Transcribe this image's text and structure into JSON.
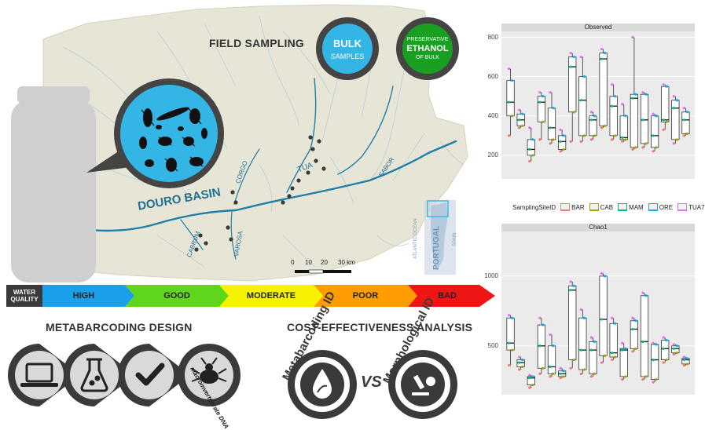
{
  "map": {
    "title": "FIELD SAMPLING",
    "basin_label": "DOURO BASIN",
    "rivers": [
      "CORGO",
      "TUA",
      "SABOR",
      "VAROSA",
      "CABRUM"
    ],
    "inset_country": "PORTUGAL",
    "inset_ocean": "ATLANTIC OCEAN",
    "inset_neighbor": "SPAIN",
    "scale_ticks": [
      "0",
      "10",
      "20",
      "30 km"
    ],
    "colors": {
      "land": "#e7e5d6",
      "river": "#1f7fa8",
      "sample": "#3a3a3a"
    }
  },
  "bulk": {
    "line1": "BULK",
    "line2": "SAMPLES",
    "color": "#33b5e5"
  },
  "ethanol": {
    "line1": "PRESERVATIVE",
    "line2": "ETHANOL",
    "line3": "OF BULK",
    "color": "#1aa021"
  },
  "water_quality": {
    "label_line1": "WATER",
    "label_line2": "QUALITY",
    "classes": [
      {
        "name": "HIGH",
        "color": "#1aa0e8"
      },
      {
        "name": "GOOD",
        "color": "#5fd61c"
      },
      {
        "name": "MODERATE",
        "color": "#f7f200"
      },
      {
        "name": "POOR",
        "color": "#ff9c00"
      },
      {
        "name": "BAD",
        "color": "#f01515"
      }
    ]
  },
  "metabarcoding": {
    "title": "METABARCODING DESIGN",
    "steps": [
      "laptop-icon",
      "flask-icon",
      "check-icon",
      "macroinvertebrate-icon"
    ],
    "curved_label": "macroinvertebrate DNA"
  },
  "cost": {
    "title": "COST-EFFECTIVENESS ANALYSIS",
    "left": "Metabarcoding ID",
    "vs": "VS",
    "right": "Morphological ID"
  },
  "legend": {
    "title": "SamplingSiteID",
    "sites": [
      {
        "name": "BAR",
        "color": "#f8766d"
      },
      {
        "name": "CAB",
        "color": "#a3a500"
      },
      {
        "name": "MAM",
        "color": "#00bf7d"
      },
      {
        "name": "ORE",
        "color": "#00b0f6"
      },
      {
        "name": "TUA7",
        "color": "#e76bf3"
      }
    ]
  },
  "chart_data": [
    {
      "type": "box",
      "title": "Observed",
      "ylim": [
        80,
        830
      ],
      "yticks": [
        200,
        400,
        600,
        800
      ],
      "boxes": [
        {
          "q1": 400,
          "med": 470,
          "q3": 580,
          "lo": 300,
          "hi": 640
        },
        {
          "q1": 350,
          "med": 380,
          "q3": 410,
          "lo": 340,
          "hi": 430
        },
        {
          "q1": 200,
          "med": 230,
          "q3": 280,
          "lo": 170,
          "hi": 340
        },
        {
          "q1": 370,
          "med": 470,
          "q3": 500,
          "lo": 280,
          "hi": 520
        },
        {
          "q1": 280,
          "med": 340,
          "q3": 440,
          "lo": 260,
          "hi": 520
        },
        {
          "q1": 230,
          "med": 270,
          "q3": 300,
          "lo": 220,
          "hi": 330
        },
        {
          "q1": 420,
          "med": 650,
          "q3": 700,
          "lo": 270,
          "hi": 720
        },
        {
          "q1": 300,
          "med": 480,
          "q3": 600,
          "lo": 270,
          "hi": 700
        },
        {
          "q1": 300,
          "med": 380,
          "q3": 400,
          "lo": 280,
          "hi": 420
        },
        {
          "q1": 350,
          "med": 690,
          "q3": 720,
          "lo": 340,
          "hi": 740
        },
        {
          "q1": 300,
          "med": 450,
          "q3": 500,
          "lo": 280,
          "hi": 560
        },
        {
          "q1": 280,
          "med": 290,
          "q3": 400,
          "lo": 270,
          "hi": 460
        },
        {
          "q1": 240,
          "med": 490,
          "q3": 510,
          "lo": 230,
          "hi": 800
        },
        {
          "q1": 260,
          "med": 380,
          "q3": 510,
          "lo": 240,
          "hi": 520
        },
        {
          "q1": 240,
          "med": 300,
          "q3": 400,
          "lo": 220,
          "hi": 410
        },
        {
          "q1": 370,
          "med": 380,
          "q3": 550,
          "lo": 330,
          "hi": 560
        },
        {
          "q1": 280,
          "med": 440,
          "q3": 480,
          "lo": 260,
          "hi": 500
        },
        {
          "q1": 310,
          "med": 380,
          "q3": 420,
          "lo": 300,
          "hi": 440
        }
      ]
    },
    {
      "type": "box",
      "title": "Chao1",
      "ylim": [
        150,
        1320
      ],
      "yticks": [
        500,
        1000
      ],
      "boxes": [
        {
          "q1": 470,
          "med": 520,
          "q3": 700,
          "lo": 360,
          "hi": 720
        },
        {
          "q1": 350,
          "med": 380,
          "q3": 400,
          "lo": 330,
          "hi": 420
        },
        {
          "q1": 220,
          "med": 270,
          "q3": 280,
          "lo": 200,
          "hi": 290
        },
        {
          "q1": 340,
          "med": 500,
          "q3": 650,
          "lo": 300,
          "hi": 700
        },
        {
          "q1": 300,
          "med": 350,
          "q3": 500,
          "lo": 280,
          "hi": 580
        },
        {
          "q1": 280,
          "med": 300,
          "q3": 320,
          "lo": 270,
          "hi": 340
        },
        {
          "q1": 400,
          "med": 900,
          "q3": 930,
          "lo": 340,
          "hi": 960
        },
        {
          "q1": 330,
          "med": 470,
          "q3": 700,
          "lo": 300,
          "hi": 760
        },
        {
          "q1": 300,
          "med": 470,
          "q3": 530,
          "lo": 280,
          "hi": 560
        },
        {
          "q1": 430,
          "med": 690,
          "q3": 1000,
          "lo": 380,
          "hi": 1020
        },
        {
          "q1": 420,
          "med": 450,
          "q3": 660,
          "lo": 400,
          "hi": 700
        },
        {
          "q1": 280,
          "med": 470,
          "q3": 480,
          "lo": 260,
          "hi": 520
        },
        {
          "q1": 480,
          "med": 620,
          "q3": 680,
          "lo": 460,
          "hi": 700
        },
        {
          "q1": 280,
          "med": 530,
          "q3": 860,
          "lo": 260,
          "hi": 880
        },
        {
          "q1": 260,
          "med": 400,
          "q3": 510,
          "lo": 240,
          "hi": 520
        },
        {
          "q1": 400,
          "med": 480,
          "q3": 540,
          "lo": 380,
          "hi": 560
        },
        {
          "q1": 450,
          "med": 480,
          "q3": 500,
          "lo": 440,
          "hi": 510
        },
        {
          "q1": 370,
          "med": 400,
          "q3": 410,
          "lo": 360,
          "hi": 420
        }
      ]
    }
  ]
}
